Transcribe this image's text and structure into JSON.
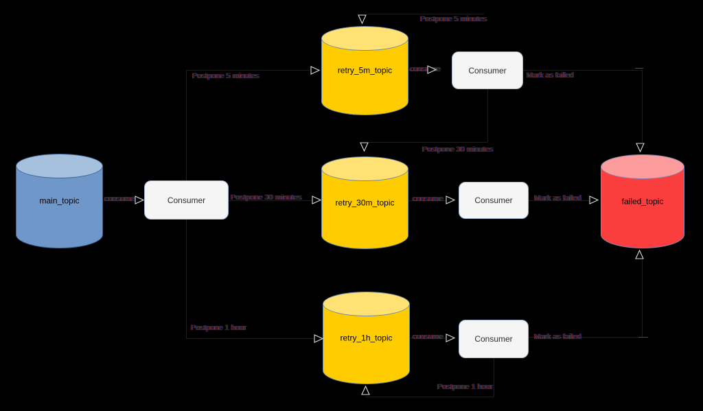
{
  "colors": {
    "background": "#000000",
    "topic_blue_body": "#6f97c9",
    "topic_blue_top": "#a6c1dd",
    "topic_blue_border": "#3d6494",
    "topic_yellow_body": "#ffcc00",
    "topic_yellow_top": "#ffe273",
    "topic_yellow_border": "#708aa5",
    "topic_red_body": "#fa3d3d",
    "topic_red_top": "#fc9c9c",
    "topic_red_border": "#8585bb",
    "consumer_fill": "#f5f5f5",
    "consumer_border": "#9db4d2",
    "node_text": "#000000",
    "edge_label_text": "#26262b",
    "arrowhead_fill": "#000000",
    "arrowhead_stroke": "#dcdcdc",
    "faint_line": "#1e1e1e"
  },
  "nodes": {
    "main_topic": {
      "label": "main_topic"
    },
    "retry_5m_topic": {
      "label": "retry_5m_topic"
    },
    "retry_30m_topic": {
      "label": "retry_30m_topic"
    },
    "retry_1h_topic": {
      "label": "retry_1h_topic"
    },
    "failed_topic": {
      "label": "failed_topic"
    },
    "consumer": {
      "label": "Consumer"
    }
  },
  "edge_labels": {
    "consume": "consume",
    "mark_as_failed": "Mark as failed",
    "postpone_5m": "Postpone 5 minutes",
    "postpone_30m": "Postpone 30 minutes",
    "postpone_1h": "Postpone 1 hour"
  }
}
